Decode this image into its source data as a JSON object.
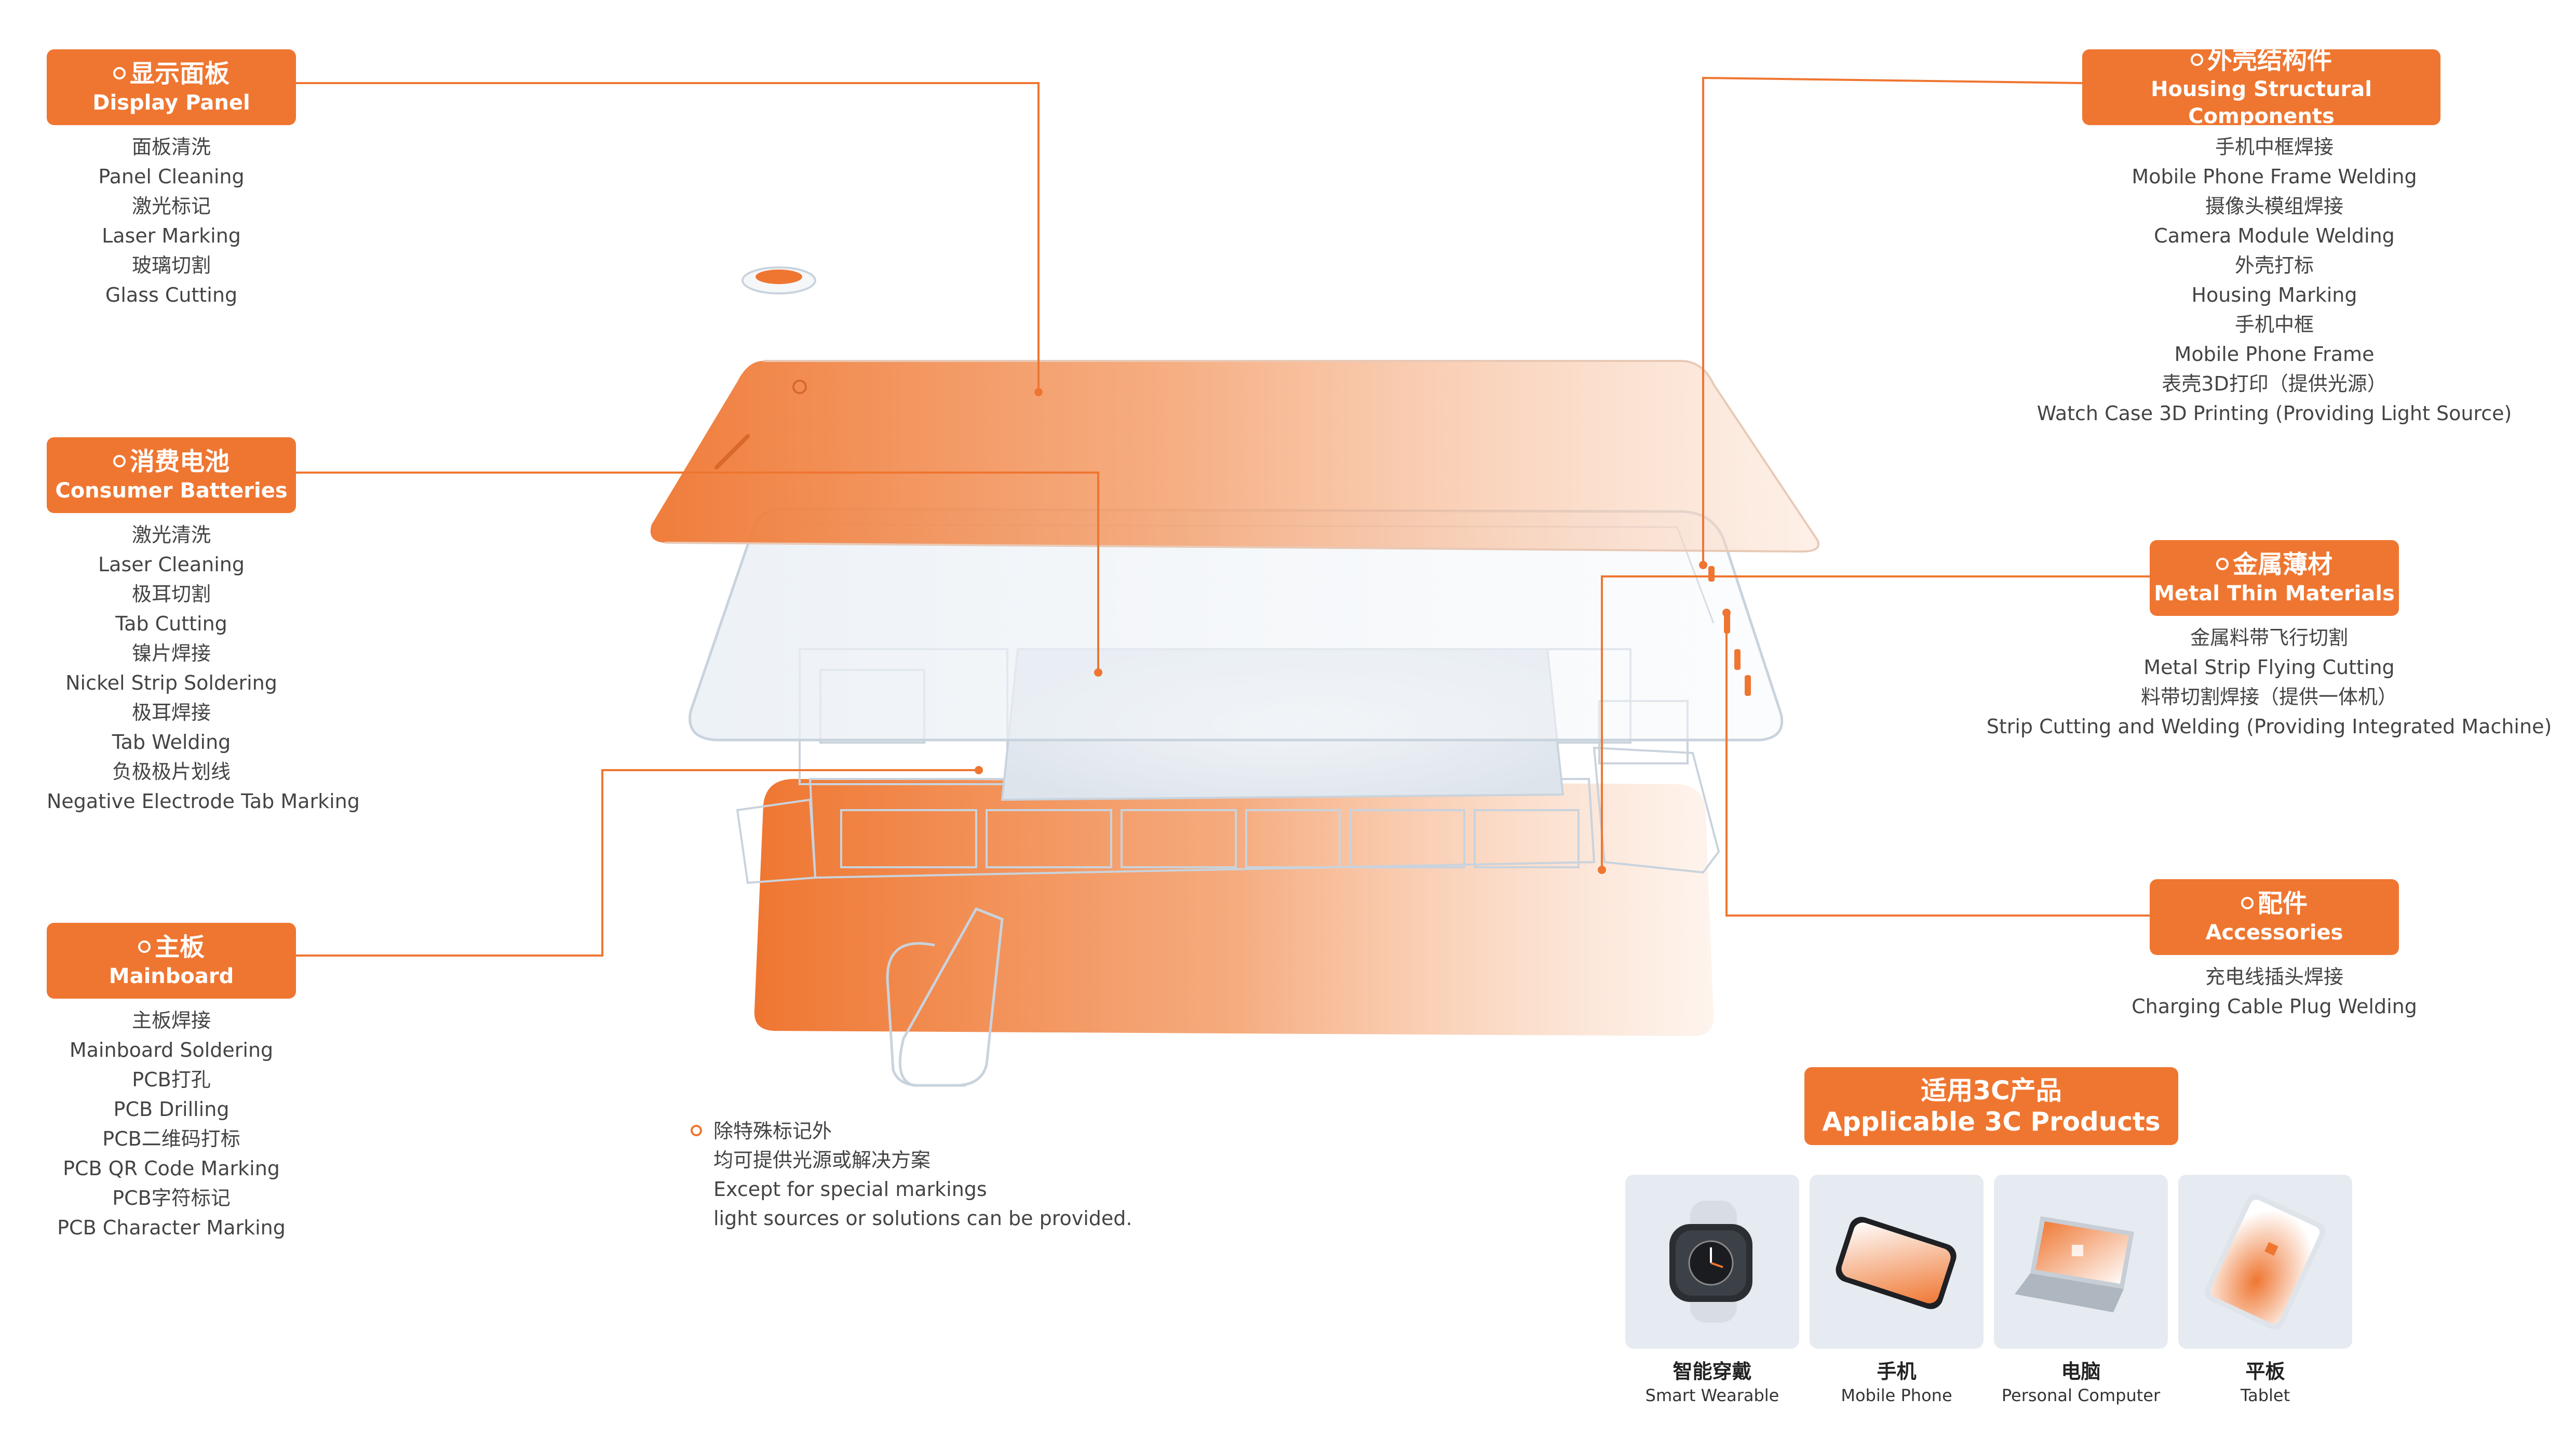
{
  "callouts": {
    "display_panel": {
      "cn": "显示面板",
      "en": "Display Panel",
      "items": [
        "面板清洗",
        "Panel Cleaning",
        "激光标记",
        "Laser Marking",
        "玻璃切割",
        "Glass Cutting"
      ]
    },
    "consumer_batteries": {
      "cn": "消费电池",
      "en": "Consumer Batteries",
      "items": [
        "激光清洗",
        "Laser Cleaning",
        "极耳切割",
        "Tab Cutting",
        "镍片焊接",
        "Nickel Strip Soldering",
        "极耳焊接",
        "Tab Welding",
        "负极极片划线",
        "Negative Electrode Tab Marking"
      ]
    },
    "mainboard": {
      "cn": "主板",
      "en": "Mainboard",
      "items": [
        "主板焊接",
        "Mainboard Soldering",
        "PCB打孔",
        "PCB Drilling",
        "PCB二维码打标",
        "PCB QR Code Marking",
        "PCB字符标记",
        "PCB Character Marking"
      ]
    },
    "housing": {
      "cn": "外壳结构件",
      "en": "Housing Structural Components",
      "items": [
        "手机中框焊接",
        "Mobile Phone Frame Welding",
        "摄像头模组焊接",
        "Camera Module Welding",
        "外壳打标",
        "Housing Marking",
        "手机中框",
        "Mobile Phone Frame",
        "表壳3D打印（提供光源）",
        "Watch Case 3D Printing (Providing Light Source)"
      ]
    },
    "metal_thin": {
      "cn": "金属薄材",
      "en": "Metal Thin Materials",
      "items": [
        "金属料带飞行切割",
        "Metal Strip Flying Cutting",
        "料带切割焊接（提供一体机）",
        "Strip Cutting and Welding (Providing Integrated Machine)"
      ]
    },
    "accessories": {
      "cn": "配件",
      "en": "Accessories",
      "items": [
        "充电线插头焊接",
        "Charging Cable Plug Welding"
      ]
    }
  },
  "note": {
    "lines": [
      "除特殊标记外",
      "均可提供光源或解决方案",
      "Except for special markings",
      "light sources or solutions can be provided."
    ]
  },
  "products": {
    "title_cn": "适用3C产品",
    "title_en": "Applicable 3C Products",
    "items": [
      {
        "cn": "智能穿戴",
        "en": "Smart Wearable",
        "icon": "smartwatch-icon"
      },
      {
        "cn": "手机",
        "en": "Mobile Phone",
        "icon": "smartphone-icon"
      },
      {
        "cn": "电脑",
        "en": "Personal Computer",
        "icon": "laptop-icon"
      },
      {
        "cn": "平板",
        "en": "Tablet",
        "icon": "tablet-icon"
      }
    ]
  },
  "colors": {
    "accent": "#ef7631",
    "line": "#ef7631",
    "outline": "#c9d3dd",
    "card_bg": "#e6ebf1"
  }
}
